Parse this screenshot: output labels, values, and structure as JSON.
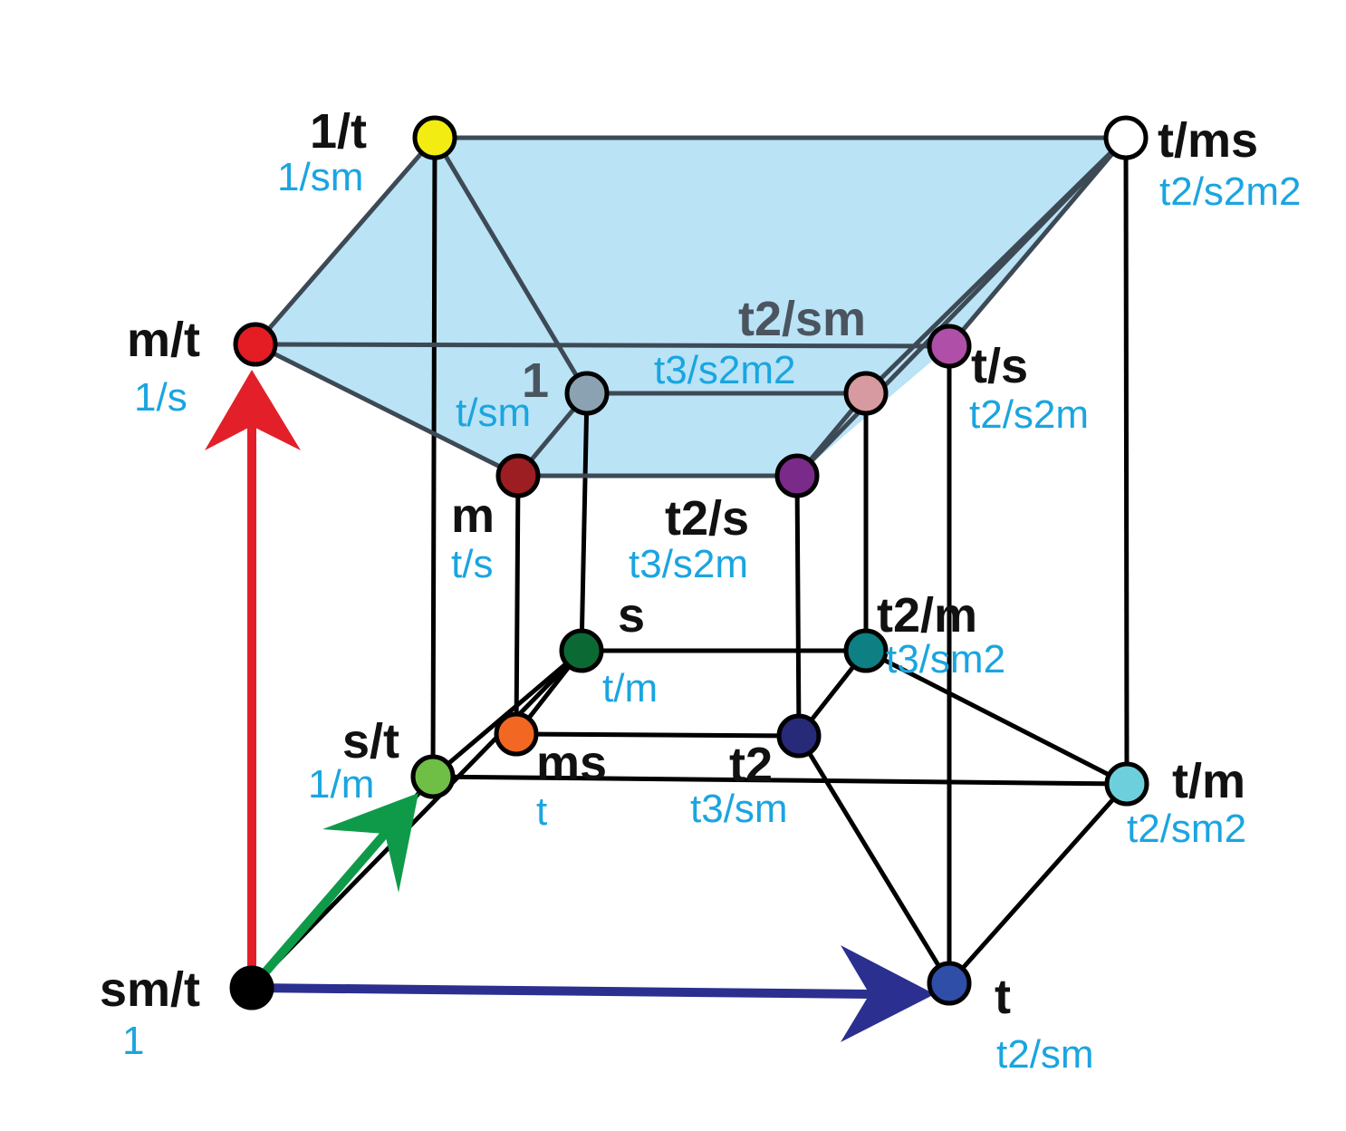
{
  "colors": {
    "top_face_fill": "#b3e0f5",
    "axis_up": "#e3202a",
    "axis_right": "#2b2f8f",
    "axis_depth": "#0f9a4a",
    "main_label": "#111111",
    "sub_label": "#1aa5e0"
  },
  "nodes": [
    {
      "id": "origin",
      "label": "sm/t",
      "sublabel": "1",
      "color": "#000000"
    },
    {
      "id": "t",
      "label": "t",
      "sublabel": "t2/sm",
      "color": "#2e4ea8"
    },
    {
      "id": "mt",
      "label": "m/t",
      "sublabel": "1/s",
      "color": "#e31d23"
    },
    {
      "id": "inv_t",
      "label": "1/t",
      "sublabel": "1/sm",
      "color": "#f2ec13"
    },
    {
      "id": "tms",
      "label": "t/ms",
      "sublabel": "t2/s2m2",
      "color": "#ffffff"
    },
    {
      "id": "ts",
      "label": "t/s",
      "sublabel": "t2/s2m",
      "color": "#b04fa8"
    },
    {
      "id": "t2sm",
      "label": "t2/sm",
      "sublabel": "t3/s2m2",
      "color": "#d79aa0"
    },
    {
      "id": "one",
      "label": "1",
      "sublabel": "t/sm",
      "color": "#8aa2b2"
    },
    {
      "id": "m",
      "label": "m",
      "sublabel": "t/s",
      "color": "#9c1d22"
    },
    {
      "id": "t2s",
      "label": "t2/s",
      "sublabel": "t3/s2m",
      "color": "#7a2a88"
    },
    {
      "id": "s",
      "label": "s",
      "sublabel": "t/m",
      "color": "#0b6a34"
    },
    {
      "id": "t2m",
      "label": "t2/m",
      "sublabel": "t3/sm2",
      "color": "#0e7f82"
    },
    {
      "id": "st",
      "label": "s/t",
      "sublabel": "1/m",
      "color": "#6fbe45"
    },
    {
      "id": "ms",
      "label": "ms",
      "sublabel": "t",
      "color": "#f26722"
    },
    {
      "id": "t2",
      "label": "t2",
      "sublabel": "t3/sm",
      "color": "#262a78"
    },
    {
      "id": "tm",
      "label": "t/m",
      "sublabel": "t2/sm2",
      "color": "#6dcfdc"
    }
  ]
}
